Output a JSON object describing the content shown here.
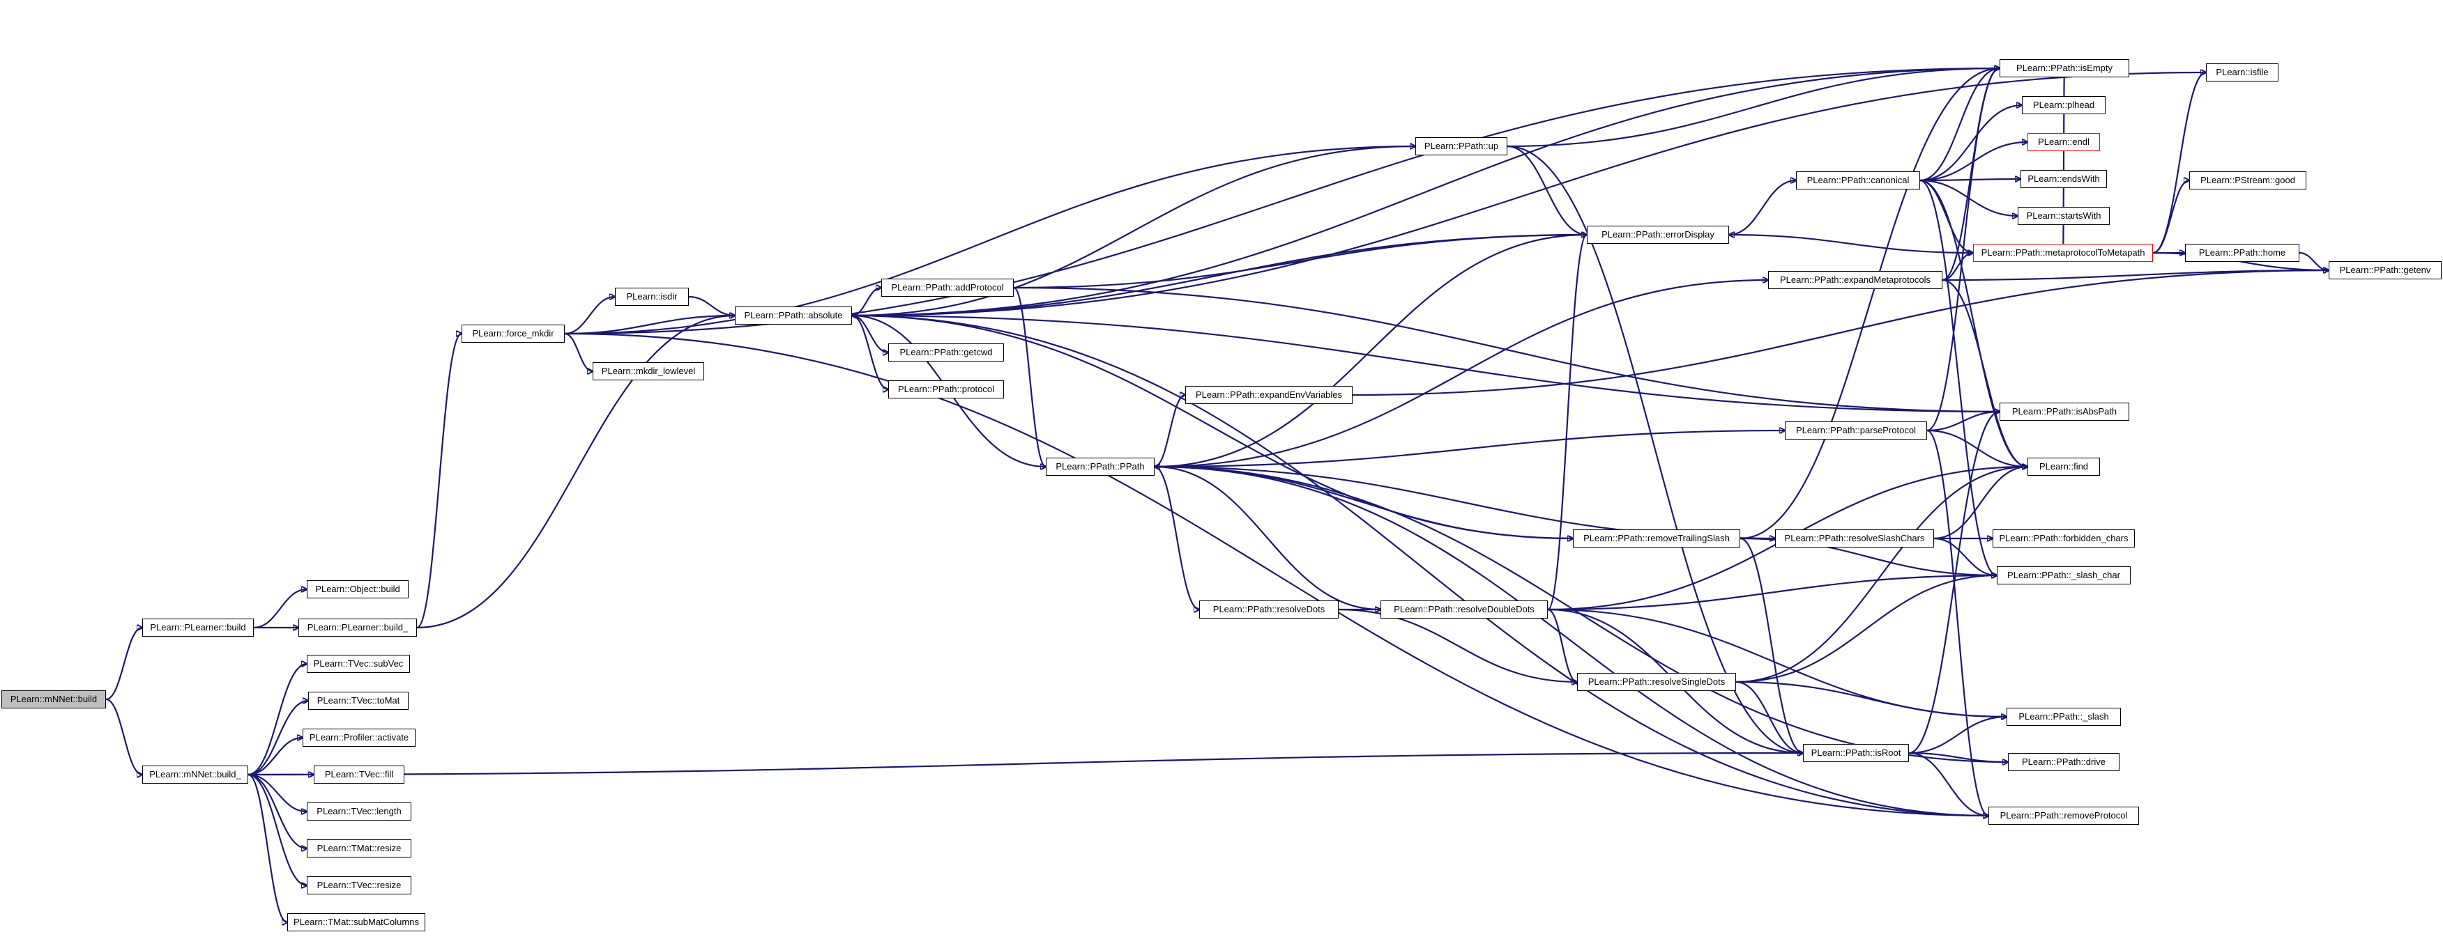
{
  "colors": {
    "edge": "#191970",
    "node_border": "#000000",
    "root_fill": "#bfbfbf",
    "highlight_border": "#ff0000"
  },
  "nodes": {
    "mnnet_build": "PLearn::mNNet::build",
    "plearner_build": "PLearn::PLearner::build",
    "mnnet_build_": "PLearn::mNNet::build_",
    "object_build": "PLearn::Object::build",
    "plearner_build_": "PLearn::PLearner::build_",
    "force_mkdir": "PLearn::force_mkdir",
    "isdir": "PLearn::isdir",
    "mkdir_lowlevel": "PLearn::mkdir_lowlevel",
    "absolute": "PLearn::PPath::absolute",
    "addprotocol": "PLearn::PPath::addProtocol",
    "getcwd": "PLearn::PPath::getcwd",
    "protocol": "PLearn::PPath::protocol",
    "ppath": "PLearn::PPath::PPath",
    "expandenv": "PLearn::PPath::expandEnvVariables",
    "resolvedots": "PLearn::PPath::resolveDots",
    "resolvedoubledots": "PLearn::PPath::resolveDoubleDots",
    "resolvesingledots": "PLearn::PPath::resolveSingleDots",
    "up": "PLearn::PPath::up",
    "errordisplay": "PLearn::PPath::errorDisplay",
    "removetrailing": "PLearn::PPath::removeTrailingSlash",
    "canonical": "PLearn::PPath::canonical",
    "expandmeta": "PLearn::PPath::expandMetaprotocols",
    "parseprotocol": "PLearn::PPath::parseProtocol",
    "resolveslash": "PLearn::PPath::resolveSlashChars",
    "isroot": "PLearn::PPath::isRoot",
    "isempty": "PLearn::PPath::isEmpty",
    "plhead": "PLearn::plhead",
    "endl": "PLearn::endl",
    "endswith": "PLearn::endsWith",
    "startswith": "PLearn::startsWith",
    "metaproto": "PLearn::PPath::metaprotocolToMetapath",
    "isabspath": "PLearn::PPath::isAbsPath",
    "find": "PLearn::find",
    "forbidden": "PLearn::PPath::forbidden_chars",
    "slash_char": "PLearn::PPath::_slash_char",
    "slash": "PLearn::PPath::_slash",
    "drive": "PLearn::PPath::drive",
    "removeprotocol": "PLearn::PPath::removeProtocol",
    "isfile": "PLearn::isfile",
    "pstream_good": "PLearn::PStream::good",
    "home": "PLearn::PPath::home",
    "getenv": "PLearn::PPath::getenv",
    "tvec_subvec": "PLearn::TVec::subVec",
    "tvec_tomat": "PLearn::TVec::toMat",
    "profiler_activate": "PLearn::Profiler::activate",
    "tvec_fill": "PLearn::TVec::fill",
    "tvec_length": "PLearn::TVec::length",
    "tmat_resize": "PLearn::TMat::resize",
    "tvec_resize": "PLearn::TVec::resize",
    "tmat_submatcolumns": "PLearn::TMat::subMatColumns"
  }
}
